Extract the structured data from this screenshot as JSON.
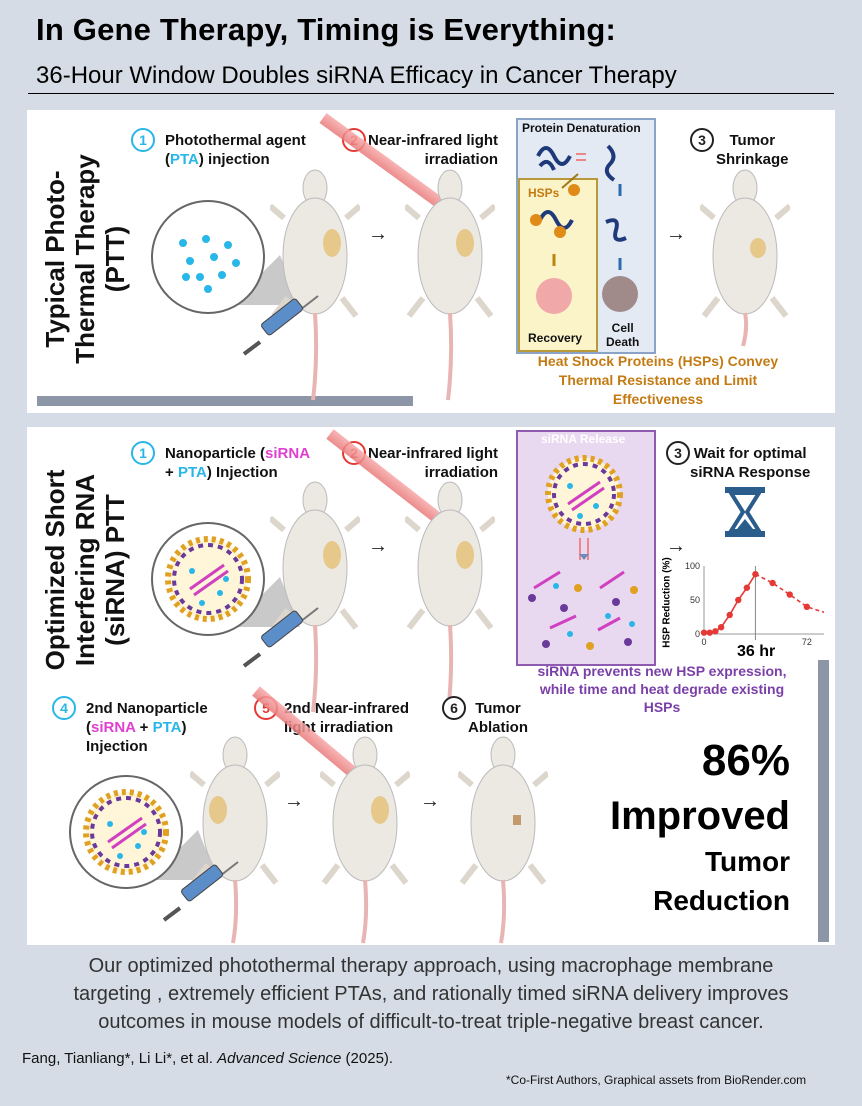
{
  "header": {
    "title": "In Gene Therapy, Timing is Everything:",
    "subtitle": "36-Hour Window Doubles siRNA Efficacy in Cancer Therapy"
  },
  "ptt_panel": {
    "side_label": [
      "Typical Photo-",
      "Thermal Therapy",
      "(PTT)"
    ],
    "step1": {
      "num": "1",
      "text_a": "Photothermal agent",
      "text_b": "(",
      "text_pta": "PTA",
      "text_c": ") injection"
    },
    "step2": {
      "num": "2",
      "text_a": "Near-infrared light",
      "text_b": "irradiation"
    },
    "step3": {
      "num": "3",
      "text_a": "Tumor",
      "text_b": "Shrinkage"
    },
    "box": {
      "title": "Protein Denaturation",
      "hsps": "HSPs",
      "recovery": "Recovery",
      "cell_death_a": "Cell",
      "cell_death_b": "Death"
    },
    "caption": [
      "Heat Shock Proteins (HSPs) Convey",
      "Thermal Resistance and Limit",
      "Effectiveness"
    ]
  },
  "sirna_panel": {
    "side_label": [
      "Optimized Short",
      "Interfering RNA",
      "(siRNA) PTT"
    ],
    "step1": {
      "num": "1",
      "text_a": "Nanoparticle (",
      "text_sirna": "siRNA",
      "text_b": "+ ",
      "text_pta": "PTA",
      "text_c": ") Injection"
    },
    "step2": {
      "num": "2",
      "text_a": "Near-infrared light",
      "text_b": "irradiation"
    },
    "step3": {
      "num": "3",
      "text_a": "Wait for optimal",
      "text_b": "siRNA Response"
    },
    "release_label": "siRNA Release",
    "caption": [
      "siRNA prevents new HSP expression,",
      "while time and heat degrade existing",
      "HSPs"
    ],
    "step4": {
      "num": "4",
      "text_a": "2nd Nanoparticle",
      "text_b": "(",
      "text_sirna": "siRNA",
      "text_c": " + ",
      "text_pta": "PTA",
      "text_d": ")",
      "text_e": "Injection"
    },
    "step5": {
      "num": "5",
      "text_a": "2nd Near-infrared",
      "text_b": "light irradiation"
    },
    "step6": {
      "num": "6",
      "text_a": "Tumor",
      "text_b": "Ablation"
    },
    "result": {
      "pct": "86%",
      "word": "Improved",
      "line3": "Tumor",
      "line4": "Reduction"
    }
  },
  "chart_data": {
    "type": "scatter",
    "ylabel": "HSP Reduction (%)",
    "xlabel": "",
    "ylim": [
      0,
      100
    ],
    "xlim": [
      0,
      84
    ],
    "yticks": [
      "0",
      "50",
      "100"
    ],
    "xticks": [
      "0",
      "72"
    ],
    "highlight_label": "36 hr",
    "highlight_x": 36,
    "series": [
      {
        "x": [
          0,
          4,
          8,
          12,
          18,
          24,
          30,
          36
        ],
        "y": [
          2,
          2,
          4,
          10,
          28,
          50,
          68,
          88
        ]
      },
      {
        "x": [
          36,
          48,
          60,
          72,
          84
        ],
        "y": [
          88,
          75,
          58,
          40,
          32
        ],
        "style": "dashed"
      }
    ],
    "color": "#e53935"
  },
  "footer": {
    "body": [
      "Our optimized photothermal therapy approach, using macrophage membrane",
      "targeting , extremely efficient PTAs, and rationally timed siRNA delivery improves",
      "outcomes in mouse models of difficult-to-treat triple-negative breast cancer."
    ],
    "ref_a": "Fang, Tianliang*, Li Li*,  et al. ",
    "ref_journal": "Advanced Science",
    "ref_b": " (2025).",
    "footnote": "*Co-First Authors, Graphical assets from BioRender.com"
  },
  "colors": {
    "blue": "#29b6e8",
    "red": "#e53935",
    "pink": "#e040d0",
    "orange": "#c47a12",
    "purple": "#7a3fa8",
    "bar": "#8c96a6"
  }
}
